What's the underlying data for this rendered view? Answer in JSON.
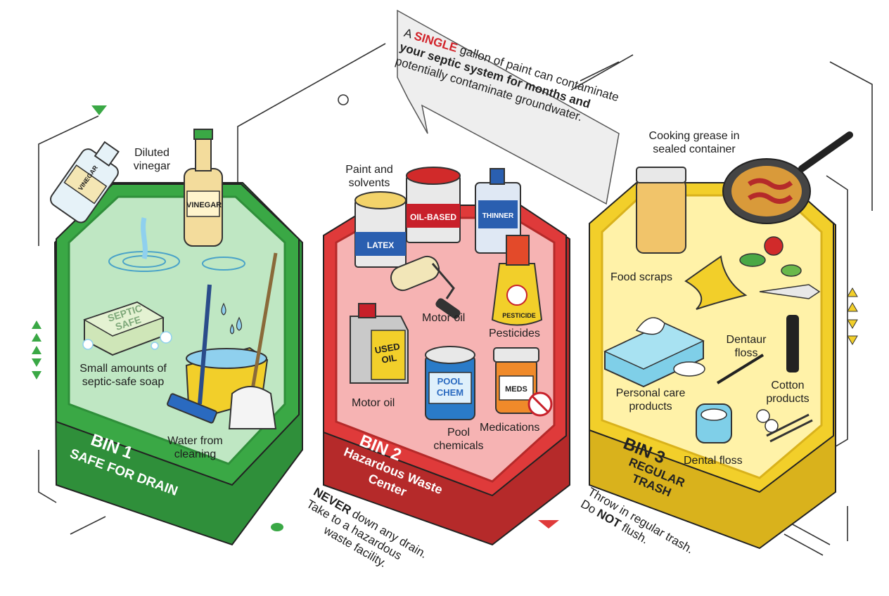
{
  "callout": {
    "prefix": "A",
    "highlight": "SINGLE",
    "line1_rest": "gallon of paint can contaminate",
    "line2_bold": "your septic system for months and",
    "line3": "potentially contaminate groundwater."
  },
  "bins": [
    {
      "id": "bin1",
      "color": "#3aa845",
      "fill": "#bfe7c3",
      "title": "BIN 1",
      "subtitle": "SAFE FOR DRAIN",
      "items": {
        "vinegar_label": "Diluted vinegar",
        "vinegar_bottle_text": "VINEGAR",
        "soap_bar_text": "SEPTIC SAFE",
        "soap_label": "Small amounts of septic-safe soap",
        "water_label": "Water from cleaning"
      }
    },
    {
      "id": "bin2",
      "color": "#df3a3a",
      "fill": "#f6b3b3",
      "title": "BIN 2",
      "subtitle": "Hazardous Waste Center",
      "note": "NEVER down any drain. Take to a hazardous waste facility.",
      "items": {
        "paint_label": "Paint and solvents",
        "can_latex": "LATEX",
        "can_oil": "OIL-BASED",
        "thinner": "THINNER",
        "motor_oil_label_1": "Motor oil",
        "used_oil": "USED OIL",
        "motor_oil_label_2": "Motor oil",
        "pesticide_bottle": "PESTICIDE",
        "pesticides_label": "Pesticides",
        "pool_jar": "POOL CHEM",
        "pool_label": "Pool chemicals",
        "meds_jar": "MEDS",
        "meds_label": "Medications"
      }
    },
    {
      "id": "bin3",
      "color": "#f2cf2a",
      "fill": "#fff2a8",
      "title": "BIN 3",
      "subtitle": "REGULAR TRASH",
      "note": "Throw in regular trash. Do NOT flush.",
      "items": {
        "grease_label": "Cooking grease in sealed container",
        "food_label": "Food scraps",
        "dentaur_label": "Dentaur floss",
        "personal_label": "Personal care products",
        "cotton_label": "Cotton products",
        "floss_label": "Dental floss"
      }
    }
  ],
  "notes": {
    "bin2_line1_bold": "NEVER",
    "bin2_line1_rest": "down any drain.",
    "bin2_line2": "Take to a hazardous",
    "bin2_line3": "waste facility.",
    "bin3_line1": "Throw in regular trash.",
    "bin3_line2_pre": "Do",
    "bin3_line2_bold": "NOT",
    "bin3_line2_post": "flush."
  }
}
